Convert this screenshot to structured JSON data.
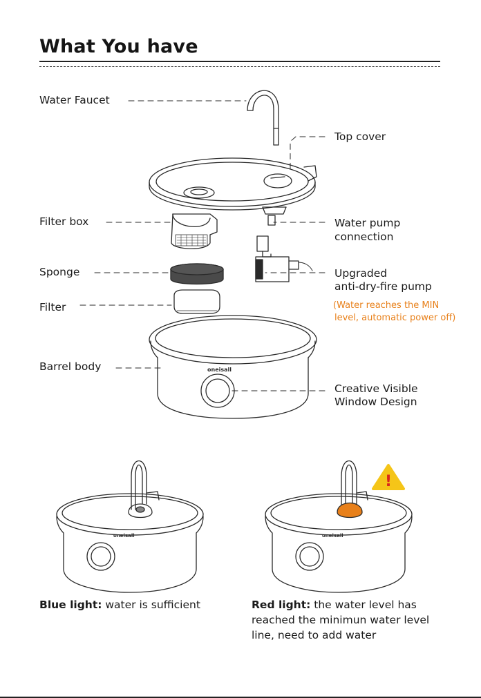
{
  "page": {
    "title": "What You have"
  },
  "parts": {
    "water_faucet": "Water Faucet",
    "top_cover": "Top cover",
    "filter_box": "Filter box",
    "water_pump_connection_1": "Water pump",
    "water_pump_connection_2": "connection",
    "sponge": "Sponge",
    "upgraded_pump_1": "Upgraded",
    "upgraded_pump_2": "anti-dry-fire pump",
    "pump_note_1": "(Water reaches the MIN",
    "pump_note_2": "level, automatic power off)",
    "filter": "Filter",
    "barrel_body": "Barrel body",
    "visible_window_1": "Creative Visible",
    "visible_window_2": "Window Design",
    "brand_mark": "oneisall"
  },
  "lights": {
    "blue_title": "Blue light:",
    "blue_text": " water is sufficient",
    "red_title": "Red light:",
    "red_text": " the water level has reached the minimun water level line, need to add water",
    "warning_glyph": "!"
  },
  "colors": {
    "accent_orange": "#e8801a",
    "warning_yellow": "#f5c518",
    "red_light": "#e8801a"
  }
}
